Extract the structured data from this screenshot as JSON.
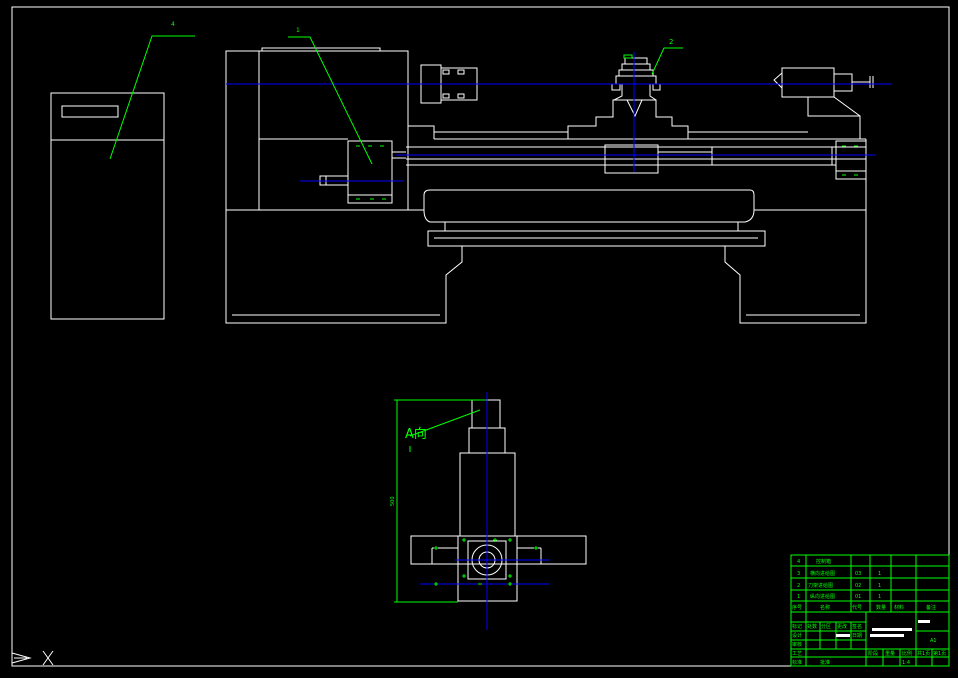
{
  "drawing": {
    "colors": {
      "background": "#000000",
      "outline": "#ffffff",
      "centerline": "#0000ff",
      "leader": "#00ff00",
      "text": "#00ff00"
    },
    "callouts": {
      "c1": "1",
      "c2": "2",
      "c4": "4"
    },
    "view_label": "A向",
    "dimension_text": "500",
    "title_block": {
      "parts": [
        {
          "no": "4",
          "name": "控制箱",
          "code": "",
          "qty": ""
        },
        {
          "no": "3",
          "name": "横向进给图",
          "code": "03",
          "qty": "1"
        },
        {
          "no": "2",
          "name": "刀架进给图",
          "code": "02",
          "qty": "1"
        },
        {
          "no": "1",
          "name": "纵向进给图",
          "code": "01",
          "qty": "1"
        }
      ],
      "header": {
        "no": "序号",
        "name": "名称",
        "code": "代号",
        "qty": "数量",
        "material": "材料",
        "remark": "备注"
      },
      "rev_labels": [
        "标记",
        "处数",
        "分区",
        "更改",
        "签名"
      ],
      "roles": [
        "设计",
        "审核",
        "工艺"
      ],
      "role_date": "日期",
      "sheet_size": "A1",
      "stage_label": "阶段",
      "weight_label": "重量",
      "scale_label": "比例",
      "sheet_total": "共1页",
      "sheet_no": "第1页",
      "scale_value": "1:4",
      "approve": "批准",
      "std": "标准"
    }
  }
}
